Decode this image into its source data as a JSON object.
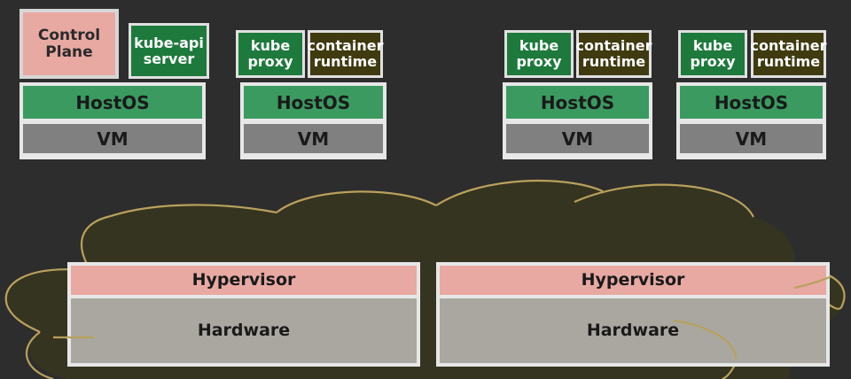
{
  "control_plane": {
    "label": "Control Plane"
  },
  "kube_api": {
    "label": "kube-api server"
  },
  "nodes": [
    {
      "kube_proxy": "kube proxy",
      "container_runtime": "container runtime",
      "host_os": "HostOS",
      "vm": "VM"
    },
    {
      "kube_proxy": "kube proxy",
      "container_runtime": "container runtime",
      "host_os": "HostOS",
      "vm": "VM"
    },
    {
      "kube_proxy": "kube proxy",
      "container_runtime": "container runtime",
      "host_os": "HostOS",
      "vm": "VM"
    }
  ],
  "control_host": {
    "host_os": "HostOS",
    "vm": "VM"
  },
  "physical": [
    {
      "hypervisor": "Hypervisor",
      "hardware": "Hardware"
    },
    {
      "hypervisor": "Hypervisor",
      "hardware": "Hardware"
    }
  ],
  "colors": {
    "background": "#2d2d2d",
    "cloud_fill": "#353420",
    "cloud_stroke": "#b8a15c",
    "host_os": "#3a9a60",
    "vm": "#808080",
    "hypervisor": "#e8a9a3",
    "hardware": "#a9a79f",
    "kube_green": "#1e7a3c",
    "runtime_olive": "#3f3a10"
  }
}
